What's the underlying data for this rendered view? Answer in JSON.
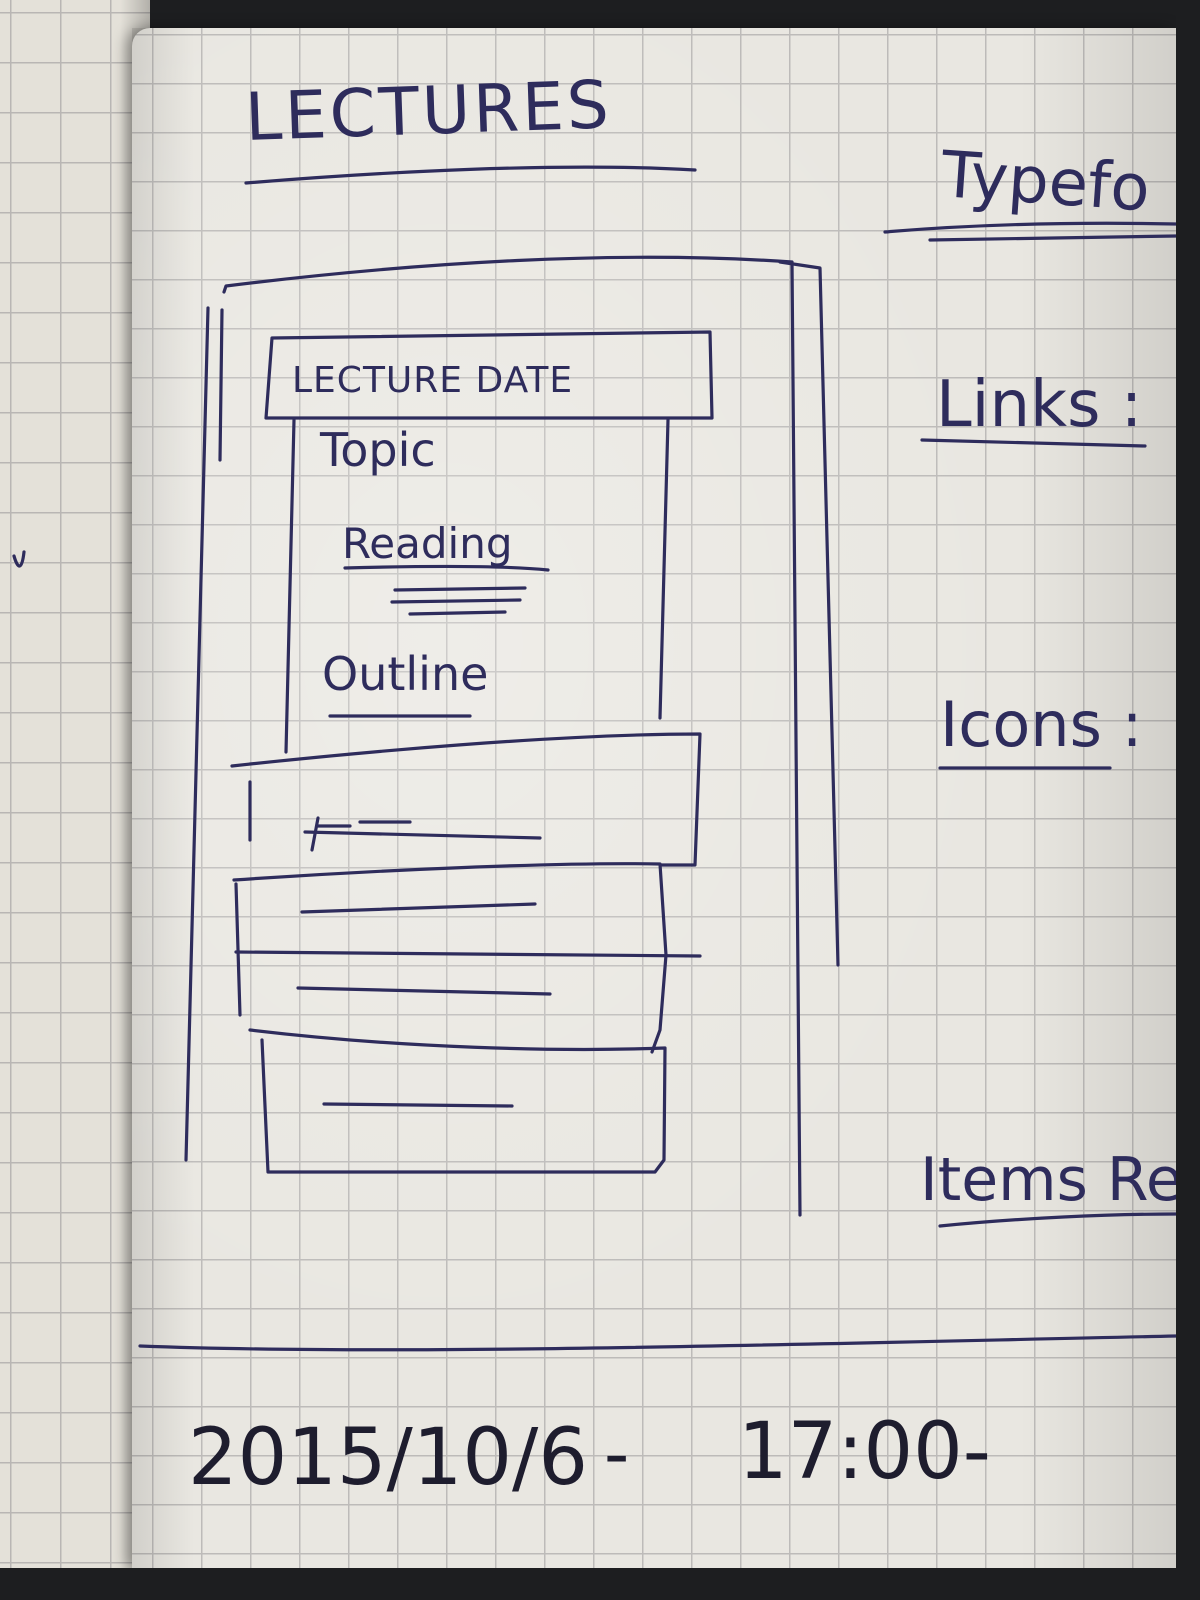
{
  "notebook": {
    "ink_color": "#2e2c5c",
    "paper_color": "#e9e7e1",
    "grid_color": "#bdbbb9"
  },
  "sketch": {
    "title": "LECTURES",
    "card": {
      "header": "LECTURE DATE",
      "topic": "Topic",
      "reading": "Reading",
      "outline": "Outline"
    }
  },
  "side_notes": {
    "typeface": "Typefo",
    "links": "Links :",
    "icons": "Icons :",
    "items": "Items Re"
  },
  "footer": {
    "date": "2015/10/6",
    "separator": "-",
    "time": "17:00-"
  }
}
